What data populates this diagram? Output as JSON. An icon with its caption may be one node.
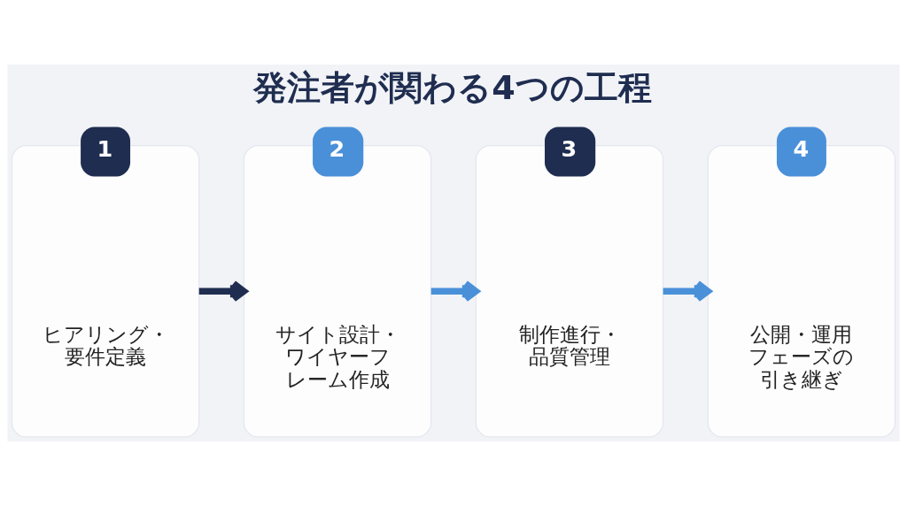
{
  "diagram": {
    "title": "発注者が関わる4つの工程",
    "nodes": [
      {
        "text": [
          "1",
          "ヒアリング・要件定義"
        ]
      },
      {
        "text": [
          "2",
          "サイト設計・ワイヤーフレーム作成"
        ]
      },
      {
        "text": [
          "3",
          "制作進行・品質管理"
        ]
      },
      {
        "text": [
          "4",
          "公開・運用フェーズの引き継ぎ"
        ]
      }
    ],
    "edges": [
      {
        "from": 0,
        "to": 1,
        "arrow": "to",
        "color": "#1f2d50"
      },
      {
        "from": 1,
        "to": 2,
        "arrow": "to"
      },
      {
        "from": 2,
        "to": 3,
        "arrow": "to"
      }
    ]
  }
}
